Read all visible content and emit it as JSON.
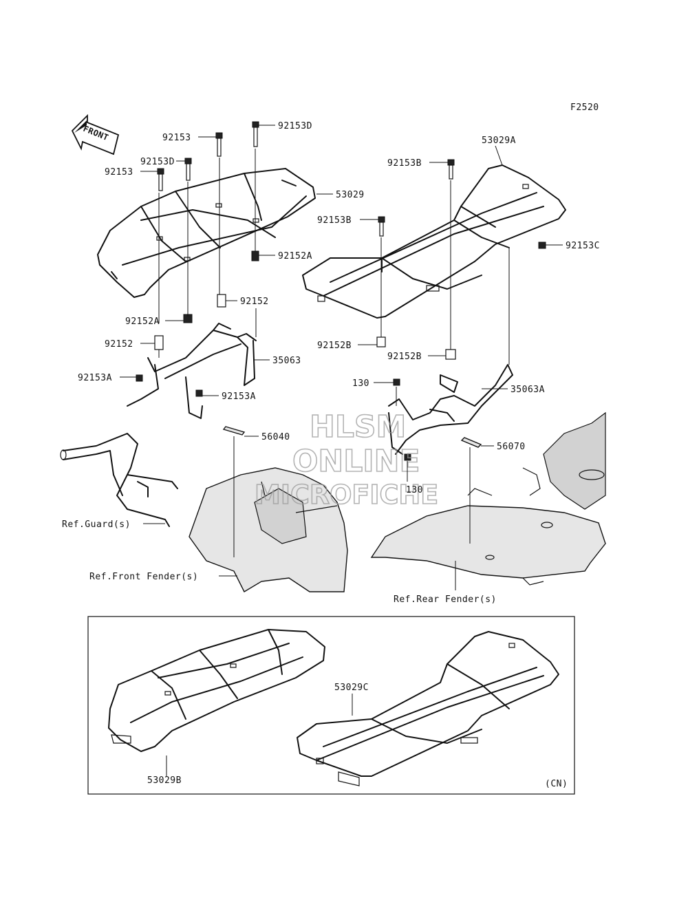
{
  "figure_code": "F2520",
  "front_arrow_label": "FRONT",
  "watermark": [
    "HLSM",
    "ONLINE",
    "MICROFICHE"
  ],
  "callouts": {
    "p53029": "53029",
    "p53029A": "53029A",
    "p53029B": "53029B",
    "p53029C": "53029C",
    "p92153_a": "92153",
    "p92153_b": "92153",
    "p92153D_a": "92153D",
    "p92153D_b": "92153D",
    "p92152A_a": "92152A",
    "p92152A_b": "92152A",
    "p92152_a": "92152",
    "p92152_b": "92152",
    "p35063": "35063",
    "p92153A_a": "92153A",
    "p92153A_b": "92153A",
    "p56040": "56040",
    "p92153B_a": "92153B",
    "p92153B_b": "92153B",
    "p92153C": "92153C",
    "p92152B_a": "92152B",
    "p92152B_b": "92152B",
    "p130_a": "130",
    "p130_b": "130",
    "p35063A": "35063A",
    "p56070": "56070"
  },
  "references": {
    "guard": "Ref.Guard(s)",
    "front_fender": "Ref.Front Fender(s)",
    "rear_fender": "Ref.Rear Fender(s)"
  },
  "inset_note": "(CN)"
}
